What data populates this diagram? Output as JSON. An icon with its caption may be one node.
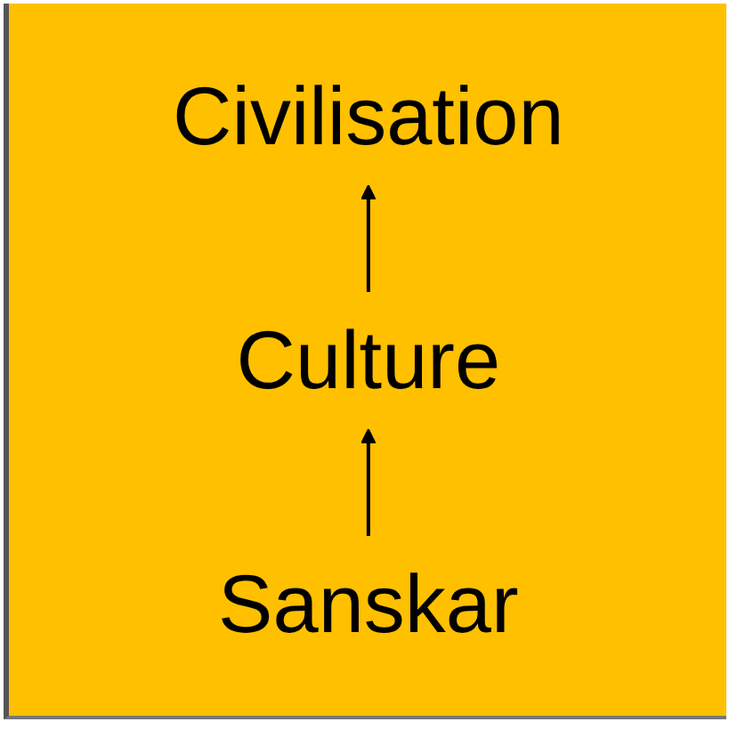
{
  "diagram": {
    "nodes": [
      {
        "text": [
          "Civilisation"
        ]
      },
      {
        "text": [
          "Culture"
        ]
      },
      {
        "text": [
          "Sanskar"
        ]
      }
    ],
    "edges": [
      {
        "from": 2,
        "to": 1,
        "arrow": "to"
      },
      {
        "from": 1,
        "to": 0,
        "arrow": "to"
      }
    ]
  }
}
